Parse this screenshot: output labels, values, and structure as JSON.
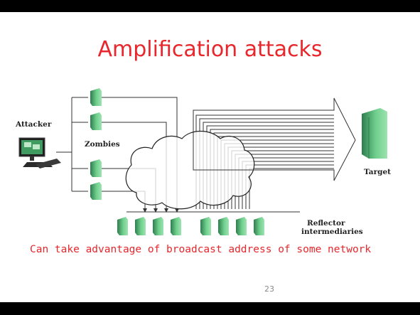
{
  "slide": {
    "title": "Amplification attacks",
    "caption": "Can take advantage of broadcast address of some network",
    "page_number": "23"
  },
  "diagram": {
    "labels": {
      "attacker": "Attacker",
      "zombies": "Zombies",
      "target": "Target",
      "reflector_line1": "Reflector",
      "reflector_line2": "intermediaries"
    },
    "zombie_count": 4,
    "reflector_count": 8,
    "colors": {
      "title": "#e8262b",
      "host_green": "#4caf72",
      "host_dark": "#2e7d4f",
      "lines": "#333333"
    },
    "icons": [
      "desktop-computer-icon",
      "server-icon",
      "cloud-icon",
      "arrow-icon"
    ]
  }
}
